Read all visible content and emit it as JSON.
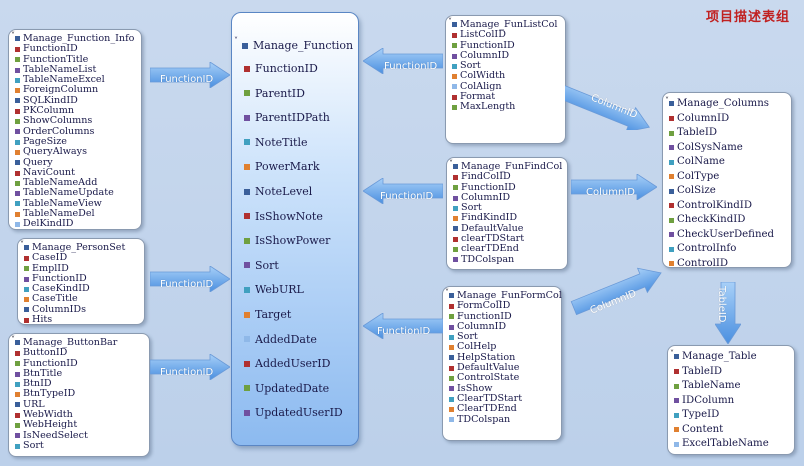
{
  "title": "项目描述表组",
  "colors": {
    "key": "#3a5f9a",
    "red": "#b03030",
    "green": "#6fa040",
    "purple": "#7050a0",
    "teal": "#40a0c0",
    "orange": "#e08030",
    "gray": "#8090a8",
    "blue": "#4070c0"
  },
  "center": {
    "name": "Manage_Function",
    "fields": [
      {
        "label": "FunctionID",
        "color": "#b03030"
      },
      {
        "label": "ParentID",
        "color": "#6fa040"
      },
      {
        "label": "ParentIDPath",
        "color": "#7050a0"
      },
      {
        "label": "NoteTitle",
        "color": "#40a0c0"
      },
      {
        "label": "PowerMark",
        "color": "#e08030"
      },
      {
        "label": "NoteLevel",
        "color": "#3a5f9a"
      },
      {
        "label": "IsShowNote",
        "color": "#b03030"
      },
      {
        "label": "IsShowPower",
        "color": "#6fa040"
      },
      {
        "label": "Sort",
        "color": "#7050a0"
      },
      {
        "label": "WebURL",
        "color": "#40a0c0"
      },
      {
        "label": "Target",
        "color": "#e08030"
      },
      {
        "label": "AddedDate",
        "color": "#8fb8e8"
      },
      {
        "label": "AddedUserID",
        "color": "#b03030"
      },
      {
        "label": "UpdatedDate",
        "color": "#6fa040"
      },
      {
        "label": "UpdatedUserID",
        "color": "#7050a0"
      }
    ]
  },
  "boxes": {
    "info": {
      "name": "Manage_Function_Info",
      "fields": [
        {
          "label": "FunctionID",
          "color": "#b03030"
        },
        {
          "label": "FunctionTitle",
          "color": "#6fa040"
        },
        {
          "label": "TableNameList",
          "color": "#7050a0"
        },
        {
          "label": "TableNameExcel",
          "color": "#40a0c0"
        },
        {
          "label": "ForeignColumn",
          "color": "#e08030"
        },
        {
          "label": "SQLKindID",
          "color": "#3a5f9a"
        },
        {
          "label": "PKColumn",
          "color": "#b03030"
        },
        {
          "label": "ShowColumns",
          "color": "#6fa040"
        },
        {
          "label": "OrderColumns",
          "color": "#7050a0"
        },
        {
          "label": "PageSize",
          "color": "#40a0c0"
        },
        {
          "label": "QueryAlways",
          "color": "#e08030"
        },
        {
          "label": "Query",
          "color": "#3a5f9a"
        },
        {
          "label": "NaviCount",
          "color": "#b03030"
        },
        {
          "label": "TableNameAdd",
          "color": "#6fa040"
        },
        {
          "label": "TableNameUpdate",
          "color": "#7050a0"
        },
        {
          "label": "TableNameView",
          "color": "#40a0c0"
        },
        {
          "label": "TableNameDel",
          "color": "#e08030"
        },
        {
          "label": "DelKindID",
          "color": "#8fb8e8"
        }
      ]
    },
    "personset": {
      "name": "Manage_PersonSet",
      "fields": [
        {
          "label": "CaseID",
          "color": "#b03030"
        },
        {
          "label": "EmplID",
          "color": "#6fa040"
        },
        {
          "label": "FunctionID",
          "color": "#7050a0"
        },
        {
          "label": "CaseKindID",
          "color": "#40a0c0"
        },
        {
          "label": "CaseTitle",
          "color": "#e08030"
        },
        {
          "label": "ColumnIDs",
          "color": "#3a5f9a"
        },
        {
          "label": "Hits",
          "color": "#b03030"
        }
      ]
    },
    "buttonbar": {
      "name": "Manage_ButtonBar",
      "fields": [
        {
          "label": "ButtonID",
          "color": "#b03030"
        },
        {
          "label": "FunctionID",
          "color": "#6fa040"
        },
        {
          "label": "BtnTitle",
          "color": "#7050a0"
        },
        {
          "label": "BtnID",
          "color": "#40a0c0"
        },
        {
          "label": "BtnTypeID",
          "color": "#e08030"
        },
        {
          "label": "URL",
          "color": "#3a5f9a"
        },
        {
          "label": "WebWidth",
          "color": "#b03030"
        },
        {
          "label": "WebHeight",
          "color": "#6fa040"
        },
        {
          "label": "IsNeedSelect",
          "color": "#7050a0"
        },
        {
          "label": "Sort",
          "color": "#40a0c0"
        }
      ]
    },
    "listcol": {
      "name": "Manage_FunListCol",
      "fields": [
        {
          "label": "ListColID",
          "color": "#b03030"
        },
        {
          "label": "FunctionID",
          "color": "#6fa040"
        },
        {
          "label": "ColumnID",
          "color": "#7050a0"
        },
        {
          "label": "Sort",
          "color": "#40a0c0"
        },
        {
          "label": "ColWidth",
          "color": "#e08030"
        },
        {
          "label": "ColAlign",
          "color": "#8fb8e8"
        },
        {
          "label": "Format",
          "color": "#b03030"
        },
        {
          "label": "MaxLength",
          "color": "#6fa040"
        }
      ]
    },
    "findcol": {
      "name": "Manage_FunFindCol",
      "fields": [
        {
          "label": "FindColID",
          "color": "#b03030"
        },
        {
          "label": "FunctionID",
          "color": "#6fa040"
        },
        {
          "label": "ColumnID",
          "color": "#7050a0"
        },
        {
          "label": "Sort",
          "color": "#40a0c0"
        },
        {
          "label": "FindKindID",
          "color": "#e08030"
        },
        {
          "label": "DefaultValue",
          "color": "#3a5f9a"
        },
        {
          "label": "clearTDStart",
          "color": "#b03030"
        },
        {
          "label": "clearTDEnd",
          "color": "#6fa040"
        },
        {
          "label": "TDColspan",
          "color": "#7050a0"
        }
      ]
    },
    "formcol": {
      "name": "Manage_FunFormCol",
      "fields": [
        {
          "label": "FormColID",
          "color": "#b03030"
        },
        {
          "label": "FunctionID",
          "color": "#6fa040"
        },
        {
          "label": "ColumnID",
          "color": "#7050a0"
        },
        {
          "label": "Sort",
          "color": "#40a0c0"
        },
        {
          "label": "ColHelp",
          "color": "#e08030"
        },
        {
          "label": "HelpStation",
          "color": "#3a5f9a"
        },
        {
          "label": "DefaultValue",
          "color": "#b03030"
        },
        {
          "label": "ControlState",
          "color": "#6fa040"
        },
        {
          "label": "IsShow",
          "color": "#7050a0"
        },
        {
          "label": "ClearTDStart",
          "color": "#40a0c0"
        },
        {
          "label": "ClearTDEnd",
          "color": "#e08030"
        },
        {
          "label": "TDColspan",
          "color": "#8fb8e8"
        }
      ]
    },
    "columns": {
      "name": "Manage_Columns",
      "fields": [
        {
          "label": "ColumnID",
          "color": "#b03030"
        },
        {
          "label": "TableID",
          "color": "#6fa040"
        },
        {
          "label": "ColSysName",
          "color": "#7050a0"
        },
        {
          "label": "ColName",
          "color": "#40a0c0"
        },
        {
          "label": "ColType",
          "color": "#e08030"
        },
        {
          "label": "ColSize",
          "color": "#3a5f9a"
        },
        {
          "label": "ControlKindID",
          "color": "#b03030"
        },
        {
          "label": "CheckKindID",
          "color": "#6fa040"
        },
        {
          "label": "CheckUserDefined",
          "color": "#7050a0"
        },
        {
          "label": "ControlInfo",
          "color": "#40a0c0"
        },
        {
          "label": "ControlID",
          "color": "#e08030"
        }
      ]
    },
    "table": {
      "name": "Manage_Table",
      "fields": [
        {
          "label": "TableID",
          "color": "#b03030"
        },
        {
          "label": "TableName",
          "color": "#6fa040"
        },
        {
          "label": "IDColumn",
          "color": "#7050a0"
        },
        {
          "label": "TypeID",
          "color": "#40a0c0"
        },
        {
          "label": "Content",
          "color": "#e08030"
        },
        {
          "label": "ExcelTableName",
          "color": "#8fb8e8"
        }
      ]
    }
  },
  "arrows": {
    "to_info": "FunctionID",
    "to_personset": "FunctionID",
    "to_buttonbar": "FunctionID",
    "from_listcol": "FunctionID",
    "from_findcol": "FunctionID",
    "from_formcol": "FunctionID",
    "listcol_columns": "ColumnID",
    "findcol_columns": "ColumnID",
    "formcol_columns": "ColumnID",
    "columns_table": "TableID"
  }
}
